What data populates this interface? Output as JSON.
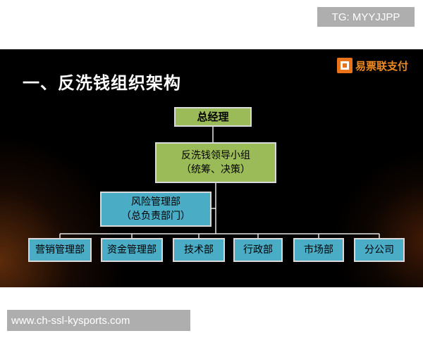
{
  "watermark_top": "TG: MYYJJPP",
  "watermark_bottom": "www.ch-ssl-kysports.com",
  "slide": {
    "title": "一、反洗钱组织架构",
    "logo_text": "易票联支付",
    "colors": {
      "accent": "#f08a1e",
      "green_box": "#9bbb59",
      "blue_box": "#4bacc6"
    }
  },
  "org": {
    "top": "总经理",
    "committee": {
      "line1": "反洗钱领导小组",
      "line2": "（统筹、决策）"
    },
    "risk": {
      "line1": "风险管理部",
      "line2": "（总负责部门）"
    },
    "departments": [
      "营销管理部",
      "资金管理部",
      "技术部",
      "行政部",
      "市场部",
      "分公司"
    ]
  }
}
